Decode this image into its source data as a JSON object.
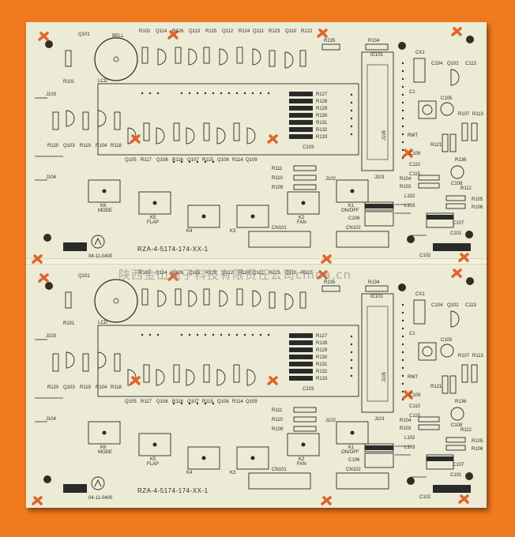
{
  "colors": {
    "background": "#f07a1e",
    "board": "#ecebd5",
    "silkscreen": "#2a2a2a",
    "marker": "#e0642a"
  },
  "board": {
    "id_text": "RZA-4-5174-174-XX-1",
    "date_code": "04-11-0400",
    "top_labels": [
      "Q101",
      "BELL",
      "R102",
      "Q114",
      "R126",
      "Q113",
      "R125",
      "Q112",
      "R124",
      "Q111",
      "R123",
      "Q110",
      "R122"
    ],
    "r134": "R134",
    "ic101": "IC101",
    "r135": "R135",
    "cx1": "CX1",
    "c104": "C104",
    "q102": "Q102",
    "c113": "C113",
    "r101": "R101",
    "lcd": "LCD",
    "j103": "J103",
    "j104": "J104",
    "j101": "J101",
    "j102": "J102",
    "j105": "J105",
    "resistor_stack": [
      "R127",
      "R128",
      "R129",
      "R130",
      "R131",
      "R132",
      "R133"
    ],
    "c103": "C103",
    "left_row": [
      "R120",
      "Q103",
      "R119",
      "R104",
      "R118"
    ],
    "bottom_row": [
      "Q105",
      "R117",
      "Q106",
      "R116",
      "Q107",
      "R115",
      "Q108",
      "R114",
      "Q109"
    ],
    "mid_stack": [
      "R111",
      "R110",
      "R109"
    ],
    "right_parts": [
      "C1",
      "C105",
      "R107",
      "R113",
      "RMT",
      "R121",
      "C109",
      "C110",
      "C115",
      "R136",
      "C108",
      "R112",
      "R104",
      "R103",
      "L102",
      "R105",
      "R106",
      "L103",
      "C106",
      "C107",
      "C101",
      "C102"
    ],
    "buttons": {
      "k6": "K6",
      "k6_name": "MODE",
      "k5": "K5",
      "k5_name": "FLAP",
      "k4": "K4",
      "k3": "K3",
      "k2": "K2",
      "k2_name": "FAN",
      "k1": "K1",
      "k1_name": "ON/OFF"
    },
    "cn101": "CN101",
    "cn102": "CN102",
    "watermark": "陕西金山电子科技有限责任公司china.cn"
  }
}
